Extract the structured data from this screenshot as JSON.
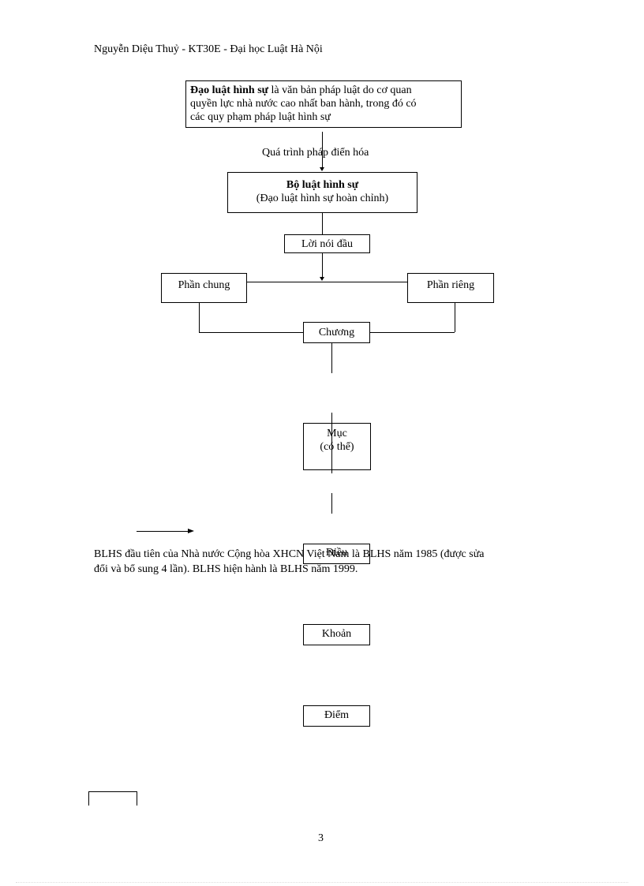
{
  "header": {
    "text": "Nguyễn  Diệu Thuỷ  - KT30E - Đại học Luật  Hà  Nội"
  },
  "flow": {
    "top_box": {
      "bold": "Đạo luật hình  sự",
      "line1_rest": " là văn bản pháp luật  do cơ quan",
      "line2": "quyền lực nhà nước cao nhất ban hành,  trong  đó có",
      "line3": "các quy phạm pháp luật hình  sự"
    },
    "process_label": "Quá trình  pháp  điển hóa",
    "code_box": {
      "title": "Bộ luật hình  sự",
      "subtitle": "(Đạo luật hình  sự hoàn chỉnh)"
    },
    "preamble": "Lời nói đầu",
    "general_part": "Phần chung",
    "special_part": "Phần riêng",
    "chapter": "Chương",
    "section_line1": "Mục",
    "section_line2": "(có thể)",
    "article": "Điều",
    "clause": "Khoản",
    "point": "Điểm"
  },
  "paragraph": {
    "line1": "BLHS đầu tiên của Nhà nước Cộng hòa XHCN Việt Nam là BLHS năm 1985 (được sửa",
    "line2": "đổi và bổ sung 4 lần).  BLHS hiện hành là BLHS năm 1999."
  },
  "footer": {
    "page_number": "3"
  }
}
